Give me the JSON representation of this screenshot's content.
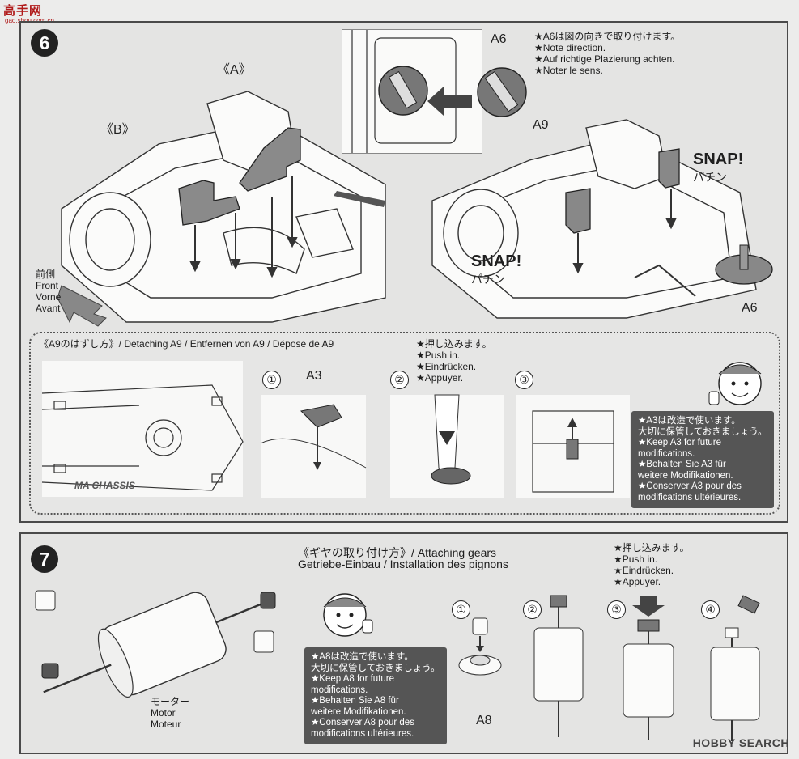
{
  "logo": {
    "word": "高手网",
    "url": "gao.shou.com.cn"
  },
  "step6": {
    "number": "6",
    "label_a": "《A》",
    "label_b": "《B》",
    "front": [
      "前側",
      "Front",
      "Vorne",
      "Avant"
    ],
    "inset_part": "A6",
    "note": [
      "★A6は図の向きで取り付けます。",
      "★Note direction.",
      "★Auf richtige Plazierung achten.",
      "★Noter le sens."
    ],
    "a9": "A9",
    "a6_bottom": "A6",
    "snap_right": {
      "en": "SNAP!",
      "jp": "パチン"
    },
    "snap_left": {
      "en": "SNAP!",
      "jp": "パチン"
    },
    "detach": {
      "title": "《A9のはずし方》/ Detaching A9 / Entfernen von A9 / Dépose de A9",
      "chassis_text": "MA CHASSIS",
      "steps": [
        "①",
        "②",
        "③"
      ],
      "a3_label": "A3",
      "push": [
        "★押し込みます。",
        "★Push in.",
        "★Eindrücken.",
        "★Appuyer."
      ],
      "keep": [
        "★A3は改造で使います。",
        "大切に保管しておきましょう。",
        "★Keep A3 for future",
        "modifications.",
        "★Behalten Sie A3 für",
        "weitere Modifikationen.",
        "★Conserver A3 pour des",
        "modifications ultérieures."
      ]
    }
  },
  "step7": {
    "number": "7",
    "gears_title": [
      "《ギヤの取り付け方》/ Attaching gears",
      "Getriebe-Einbau / Installation des pignons"
    ],
    "motor": [
      "モーター",
      "Motor",
      "Moteur"
    ],
    "keep": [
      "★A8は改造で使います。",
      "大切に保管しておきましょう。",
      "★Keep A8 for future",
      "modifications.",
      "★Behalten Sie A8 für",
      "weitere Modifikationen.",
      "★Conserver A8 pour des",
      "modifications ultérieures."
    ],
    "push": [
      "★押し込みます。",
      "★Push in.",
      "★Eindrücken.",
      "★Appuyer."
    ],
    "steps": [
      "①",
      "②",
      "③",
      "④"
    ],
    "a8_label": "A8"
  },
  "watermark": "HOBBY SEARCH"
}
